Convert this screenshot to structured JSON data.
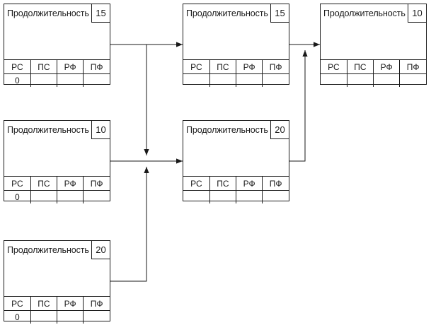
{
  "columns": [
    "РС",
    "ПС",
    "РФ",
    "ПФ"
  ],
  "nodes": [
    {
      "id": "n1",
      "label": "Продолжительность",
      "duration": "15",
      "values": [
        "0",
        "",
        "",
        ""
      ]
    },
    {
      "id": "n2",
      "label": "Продолжительность",
      "duration": "10",
      "values": [
        "0",
        "",
        "",
        ""
      ]
    },
    {
      "id": "n3",
      "label": "Продолжительность",
      "duration": "20",
      "values": [
        "0",
        "",
        "",
        ""
      ]
    },
    {
      "id": "n4",
      "label": "Продолжительность",
      "duration": "15",
      "values": [
        "",
        "",
        "",
        ""
      ]
    },
    {
      "id": "n5",
      "label": "Продолжительность",
      "duration": "20",
      "values": [
        "",
        "",
        "",
        ""
      ]
    },
    {
      "id": "n6",
      "label": "Продолжительность",
      "duration": "10",
      "values": [
        "",
        "",
        "",
        ""
      ]
    }
  ],
  "edges": [
    {
      "from": "n1",
      "to": "n4"
    },
    {
      "from": "n1",
      "to": "n5"
    },
    {
      "from": "n2",
      "to": "n5"
    },
    {
      "from": "n3",
      "to": "n5"
    },
    {
      "from": "n4",
      "to": "n6"
    },
    {
      "from": "n5",
      "to": "n6"
    }
  ]
}
